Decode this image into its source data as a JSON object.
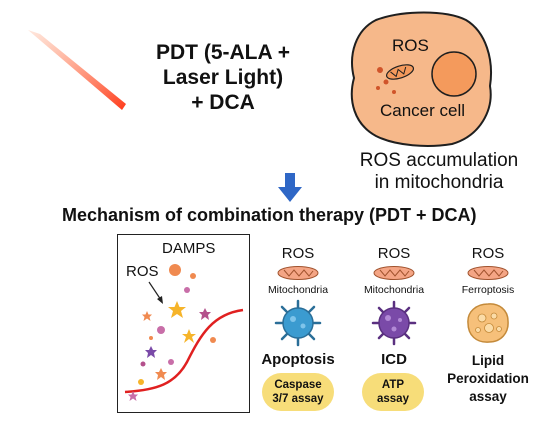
{
  "pdt": {
    "line1": "PDT (5-ALA +",
    "line2": "Laser Light)",
    "line3": "+ DCA"
  },
  "cell": {
    "ros_label": "ROS",
    "cell_label": "Cancer cell",
    "accumulation_line1": "ROS accumulation",
    "accumulation_line2": "in mitochondria"
  },
  "mechanism_title": "Mechanism of combination therapy (PDT + DCA)",
  "damps_panel": {
    "title": "DAMPS",
    "ros_label": "ROS"
  },
  "columns": [
    {
      "ros": "ROS",
      "organelle": "Mitochondria",
      "outcome": "Apoptosis",
      "assay_line1": "Caspase",
      "assay_line2": "3/7 assay"
    },
    {
      "ros": "ROS",
      "organelle": "Mitochondria",
      "outcome": "ICD",
      "assay_line1": "ATP",
      "assay_line2": "assay"
    },
    {
      "ros": "ROS",
      "organelle": "Ferroptosis",
      "outcome_line1": "Lipid",
      "outcome_line2": "Peroxidation",
      "outcome_line3": "assay"
    }
  ],
  "colors": {
    "cell_fill": "#f6b88a",
    "cell_stroke": "#1f1f1f",
    "nucleus": "#f49a5c",
    "laser": "#ff5a2a",
    "arrow": "#2f67c6",
    "curve": "#e02020",
    "pill": "#f7dd79",
    "apoptosis_blue": "#3b9bd0",
    "icd_purple": "#7a4aa8",
    "lipid_orange": "#f6c07a",
    "mito": "#f4a585"
  }
}
